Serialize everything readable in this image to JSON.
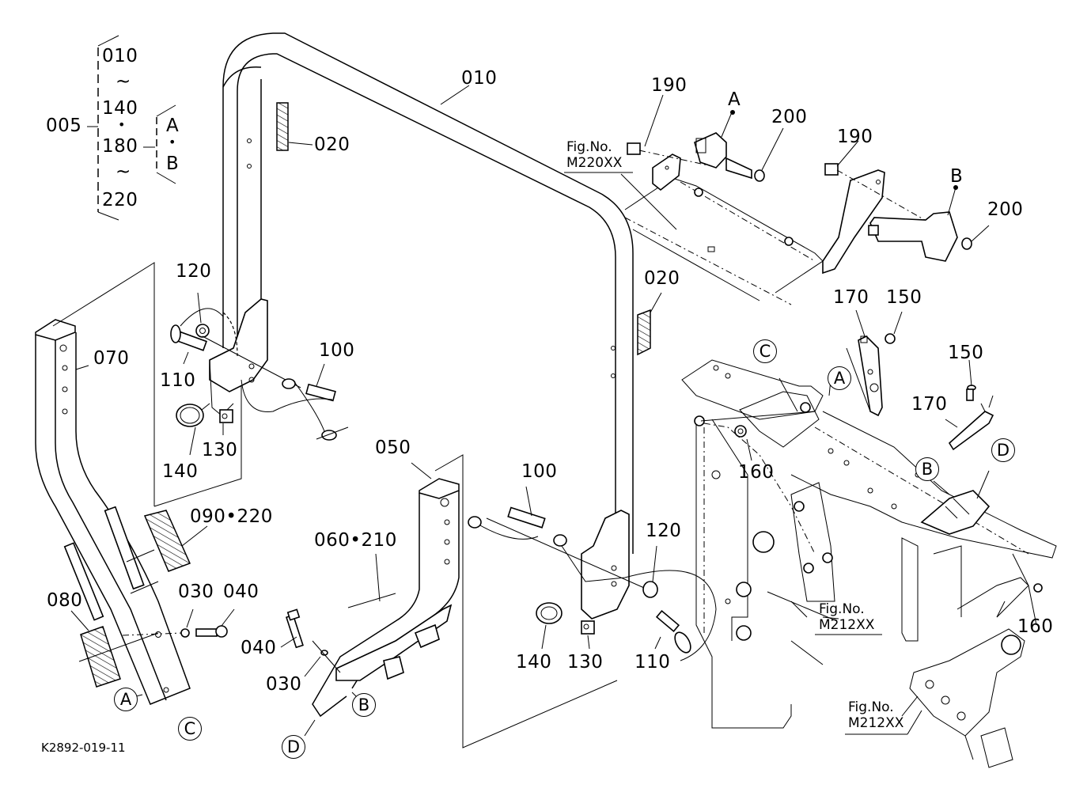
{
  "drawing": {
    "code": "K2892-019-11",
    "title": "ROPS frame and seat belt parts diagram"
  },
  "group_legend": {
    "assembly": "005",
    "range_items": [
      "010",
      "~",
      "140",
      "•",
      "180",
      "~",
      "220"
    ],
    "sub_items": [
      "A",
      "•",
      "B"
    ]
  },
  "part_labels": {
    "p010": "010",
    "p020a": "020",
    "p020b": "020",
    "p050": "050",
    "p060_210": "060•210",
    "p070": "070",
    "p080": "080",
    "p090_220": "090•220",
    "p030a": "030",
    "p040a": "040",
    "p030b": "030",
    "p040b": "040",
    "p100a": "100",
    "p100b": "100",
    "p110a": "110",
    "p110b": "110",
    "p120a": "120",
    "p120b": "120",
    "p130a": "130",
    "p130b": "130",
    "p140a": "140",
    "p140b": "140",
    "p150a": "150",
    "p150b": "150",
    "p160a": "160",
    "p160b": "160",
    "p170a": "170",
    "p170b": "170",
    "p190a": "190",
    "p190b": "190",
    "p200a": "200",
    "p200b": "200",
    "belt_a": "A",
    "belt_b": "B"
  },
  "reference_markers": {
    "A_frame": "A",
    "C_frame": "C",
    "B_frame": "B",
    "D_frame": "D",
    "A_left": "A",
    "C_left": "C",
    "B_mid": "B",
    "D_mid": "D"
  },
  "figure_refs": [
    {
      "line1": "Fig.No.",
      "line2": "M220XX"
    },
    {
      "line1": "Fig.No.",
      "line2": "M212XX"
    },
    {
      "line1": "Fig.No.",
      "line2": "M212XX"
    }
  ]
}
